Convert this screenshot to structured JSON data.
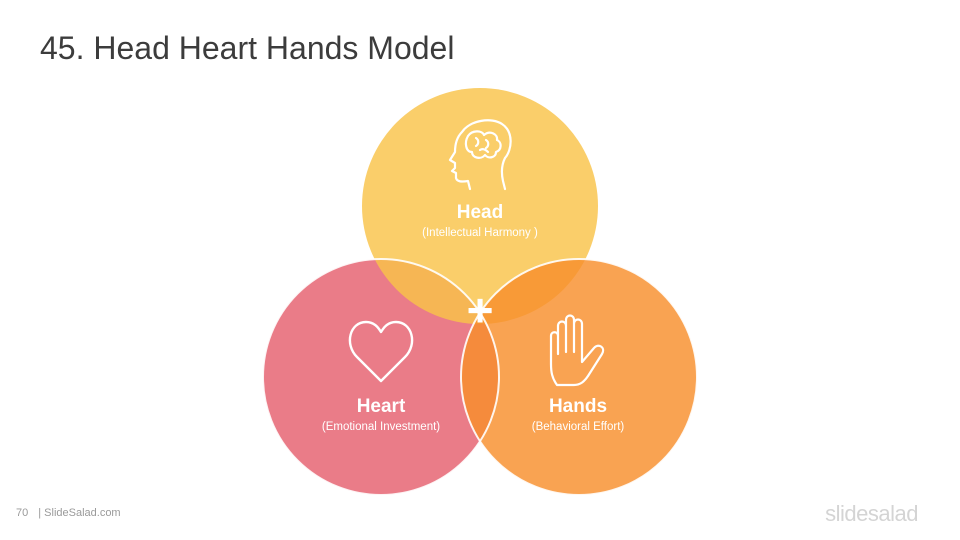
{
  "slide": {
    "title": "45. Head Heart Hands Model",
    "page_number": "70",
    "footer_text": "| SlideSalad.com",
    "brand": "slidesalad"
  },
  "diagram": {
    "head": {
      "title": "Head",
      "subtitle": "(Intellectual Harmony )",
      "icon": "brain-head-icon",
      "color": "#f9c349"
    },
    "heart": {
      "title": "Heart",
      "subtitle": "(Emotional Investment)",
      "icon": "heart-icon",
      "color": "#e76a78"
    },
    "hands": {
      "title": "Hands",
      "subtitle": "(Behavioral Effort)",
      "icon": "hand-icon",
      "color": "#f88f2c"
    },
    "center_symbol": "+"
  }
}
